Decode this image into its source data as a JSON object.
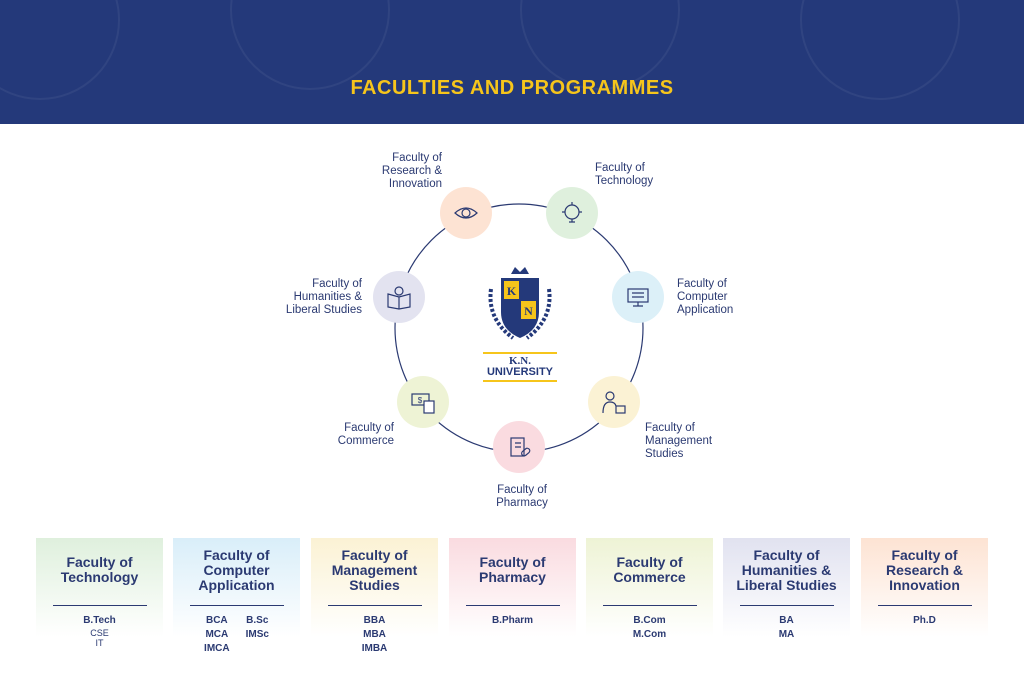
{
  "header": {
    "title": "FACULTIES AND PROGRAMMES"
  },
  "logo": {
    "text1": "K.N.",
    "text2": "UNIVERSITY",
    "k": "K",
    "n": "N"
  },
  "nodes": [
    {
      "label": "Faculty of Research & Innovation",
      "icon": "eye-bulb-icon",
      "color": "#fde3d3"
    },
    {
      "label": "Faculty of Technology",
      "icon": "gear-bulb-icon",
      "color": "#dff0dd"
    },
    {
      "label": "Faculty of Computer Application",
      "icon": "monitor-icon",
      "color": "#dcf0f8"
    },
    {
      "label": "Faculty of Management Studies",
      "icon": "person-briefcase-icon",
      "color": "#fbf2d4"
    },
    {
      "label": "Faculty of Pharmacy",
      "icon": "clipboard-pill-icon",
      "color": "#fadbe0"
    },
    {
      "label": "Faculty of Commerce",
      "icon": "money-calculator-icon",
      "color": "#eef3d5"
    },
    {
      "label": "Faculty of Humanities & Liberal Studies",
      "icon": "book-globe-icon",
      "color": "#e3e3f0"
    }
  ],
  "cards": [
    {
      "title": "Faculty of Technology",
      "color": "#dff0dd",
      "main": [
        "B.Tech"
      ],
      "sub": [
        "CSE",
        "IT"
      ]
    },
    {
      "title": "Faculty of Computer Application",
      "color": "#d9eef9",
      "col1": [
        "BCA",
        "MCA",
        "IMCA"
      ],
      "col2": [
        "B.Sc",
        "IMSc"
      ]
    },
    {
      "title": "Faculty of Management Studies",
      "color": "#fbf2d4",
      "main": [
        "BBA",
        "MBA",
        "IMBA"
      ]
    },
    {
      "title": "Faculty of Pharmacy",
      "color": "#fadbe0",
      "main": [
        "B.Pharm"
      ]
    },
    {
      "title": "Faculty of Commerce",
      "color": "#eef3d5",
      "main": [
        "B.Com",
        "M.Com"
      ]
    },
    {
      "title": "Faculty of Humanities & Liberal Studies",
      "color": "#e1e2f0",
      "main": [
        "BA",
        "MA"
      ]
    },
    {
      "title": "Faculty of Research & Innovation",
      "color": "#fde3d3",
      "main": [
        "Ph.D"
      ]
    }
  ]
}
